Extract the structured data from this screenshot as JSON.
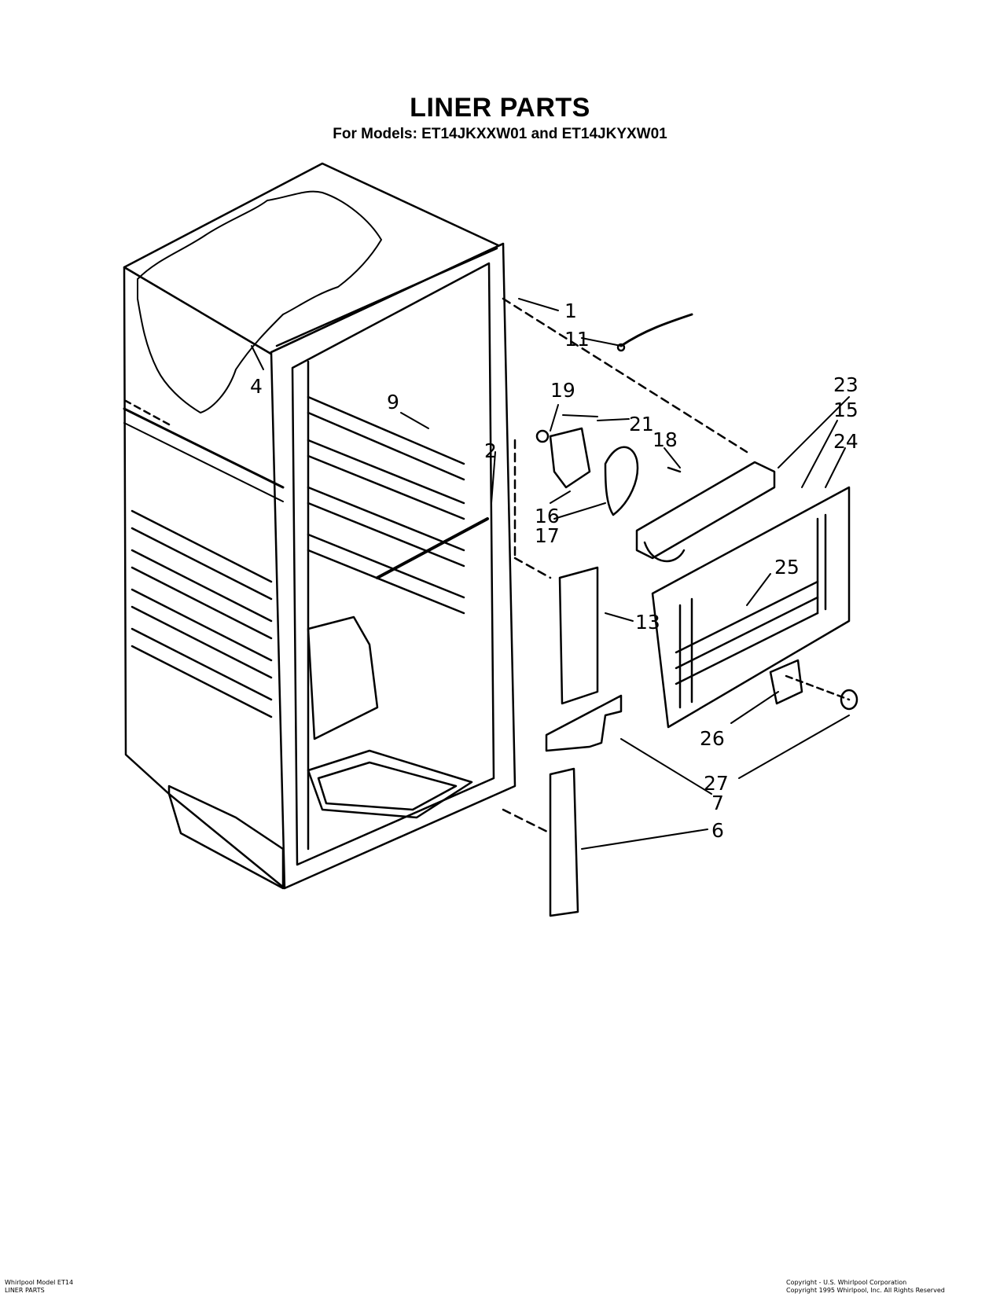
{
  "title": "LINER PARTS",
  "subtitle": "For Models: ET14JKXXW01 and ET14JKYXW01",
  "callouts": {
    "c1": "1",
    "c11": "11",
    "c4": "4",
    "c9": "9",
    "c2": "2",
    "c19": "19",
    "c21": "21",
    "c18": "18",
    "c23": "23",
    "c15": "15",
    "c24": "24",
    "c16": "16",
    "c17": "17",
    "c25": "25",
    "c13": "13",
    "c26": "26",
    "c27": "27",
    "c7": "7",
    "c6": "6"
  },
  "footer": {
    "left_line1": "Whirlpool Model ET14",
    "left_line2": "LINER PARTS",
    "right_line1": "Copyright - U.S. Whirlpool Corporation",
    "right_line2": "Copyright 1995 Whirlpool, Inc. All Rights Reserved"
  }
}
